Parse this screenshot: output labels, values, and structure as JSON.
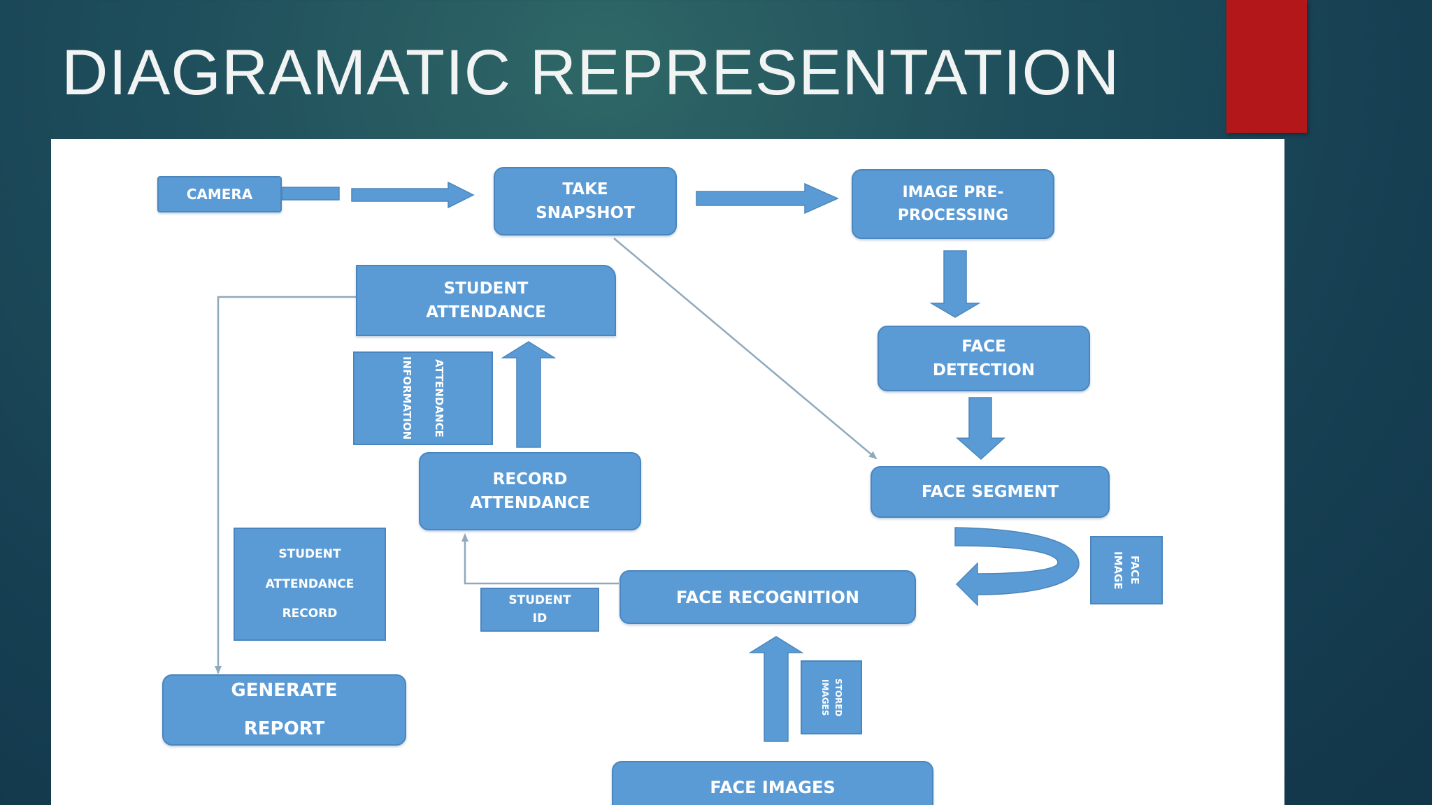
{
  "slide": {
    "title": "DIAGRAMATIC REPRESENTATION",
    "colors": {
      "background": "#1f4f5c",
      "accent": "#b3171a",
      "node": "#5b9bd5",
      "node_border": "#4a86bd",
      "connector": "#8fa9bd"
    }
  },
  "diagram": {
    "nodes": {
      "camera": "CAMERA",
      "take_snapshot": "TAKE\nSNAPSHOT",
      "image_preprocessing": "IMAGE PRE-\nPROCESSING",
      "student_attendance": "STUDENT\nATTENDANCE",
      "face_detection": "FACE\nDETECTION",
      "record_attendance": "RECORD\nATTENDANCE",
      "face_segment": "FACE SEGMENT",
      "face_recognition": "FACE RECOGNITION",
      "generate_report": "GENERATE\nREPORT",
      "face_images": "FACE IMAGES"
    },
    "labels": {
      "attendance_information_1": "ATTENDANCE",
      "attendance_information_2": "INFORMATION",
      "student_attendance_record": "STUDENT\nATTENDANCE\nRECORD",
      "student_id": "STUDENT\nID",
      "face_image": "FACE\nIMAGE",
      "stored_images": "STORED\nIMAGES"
    }
  }
}
